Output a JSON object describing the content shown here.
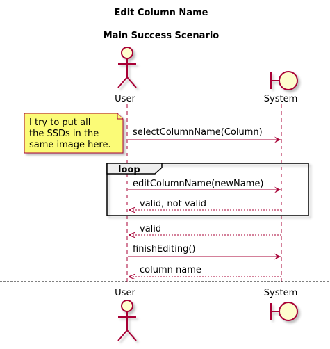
{
  "title": "Edit Column Name",
  "subtitle": "Main Success Scenario",
  "participants": {
    "user": {
      "label": "User",
      "kind": "actor"
    },
    "system": {
      "label": "System",
      "kind": "boundary"
    }
  },
  "note": {
    "lines": [
      "I try to put all",
      "the SSDs in the",
      "same image here."
    ]
  },
  "loop": {
    "label": "loop"
  },
  "messages": [
    {
      "label": "selectColumnName(Column)",
      "from": "User",
      "to": "System",
      "style": "sync"
    },
    {
      "label": "editColumnName(newName)",
      "from": "User",
      "to": "System",
      "style": "sync"
    },
    {
      "label": "valid, not valid",
      "from": "System",
      "to": "User",
      "style": "return"
    },
    {
      "label": "valid",
      "from": "System",
      "to": "User",
      "style": "return"
    },
    {
      "label": "finishEditing()",
      "from": "User",
      "to": "System",
      "style": "sync"
    },
    {
      "label": "column name",
      "from": "System",
      "to": "User",
      "style": "return"
    }
  ],
  "colors": {
    "participant_fill": "#FEFECE",
    "participant_stroke": "#A80036",
    "note_fill": "#FBFB77",
    "note_stroke": "#A80036",
    "line": "#A80036",
    "text": "#000000"
  }
}
